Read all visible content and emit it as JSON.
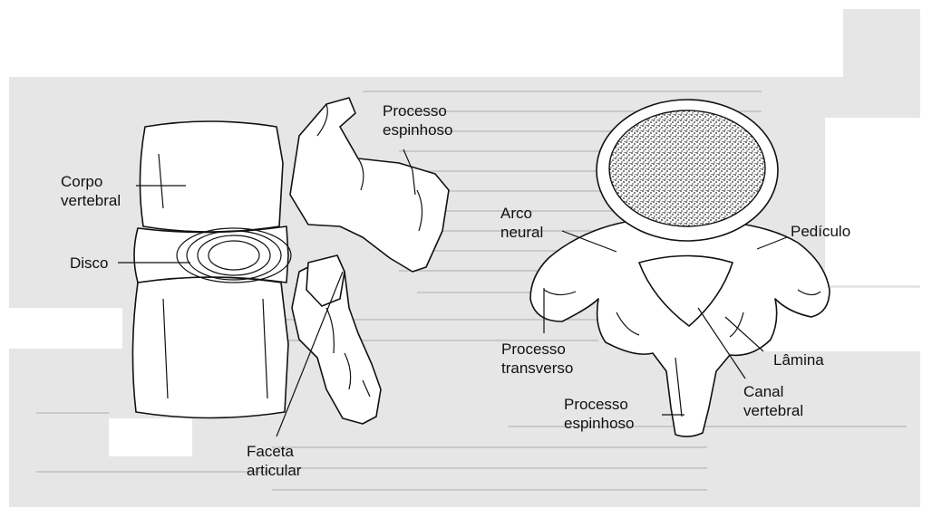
{
  "side_view_labels": {
    "corpo_vertebral": "Corpo\nvertebral",
    "disco": "Disco",
    "processo_espinhoso": "Processo\nespinhoso",
    "faceta_articular": "Faceta\narticular"
  },
  "top_view_labels": {
    "arco_neural": "Arco\nneural",
    "pediculo": "Pedículo",
    "processo_transverso": "Processo\ntransverso",
    "lamina": "Lâmina",
    "canal_vertebral": "Canal\nvertebral",
    "processo_espinhoso": "Processo\nespinhoso"
  },
  "colors": {
    "ink": "#111111",
    "scan_background": "#e6e6e6",
    "paper": "#ffffff"
  }
}
